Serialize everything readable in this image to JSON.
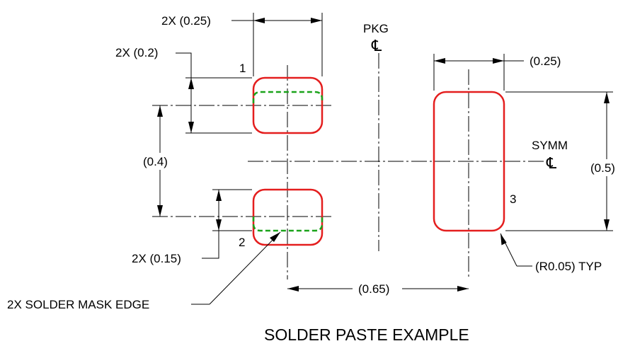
{
  "title": "SOLDER PASTE EXAMPLE",
  "labels": {
    "pad_width_top": "2X (0.25)",
    "pad_height_top": "2X (0.2)",
    "pitch_vertical": "(0.4)",
    "pad_height_bottom": "2X (0.15)",
    "pad3_width": "(0.25)",
    "pad3_height": "(0.5)",
    "pitch_horizontal": "(0.65)",
    "corner_radius": "(R0.05) TYP",
    "solder_mask_edge": "2X SOLDER MASK EDGE",
    "pkg": "PKG",
    "symm": "SYMM",
    "centerline_symbol": "℄"
  },
  "pins": [
    "1",
    "2",
    "3"
  ],
  "colors": {
    "paste_outline": "#e41e1e",
    "solder_mask": "#1aa31a",
    "lines": "#000000"
  }
}
